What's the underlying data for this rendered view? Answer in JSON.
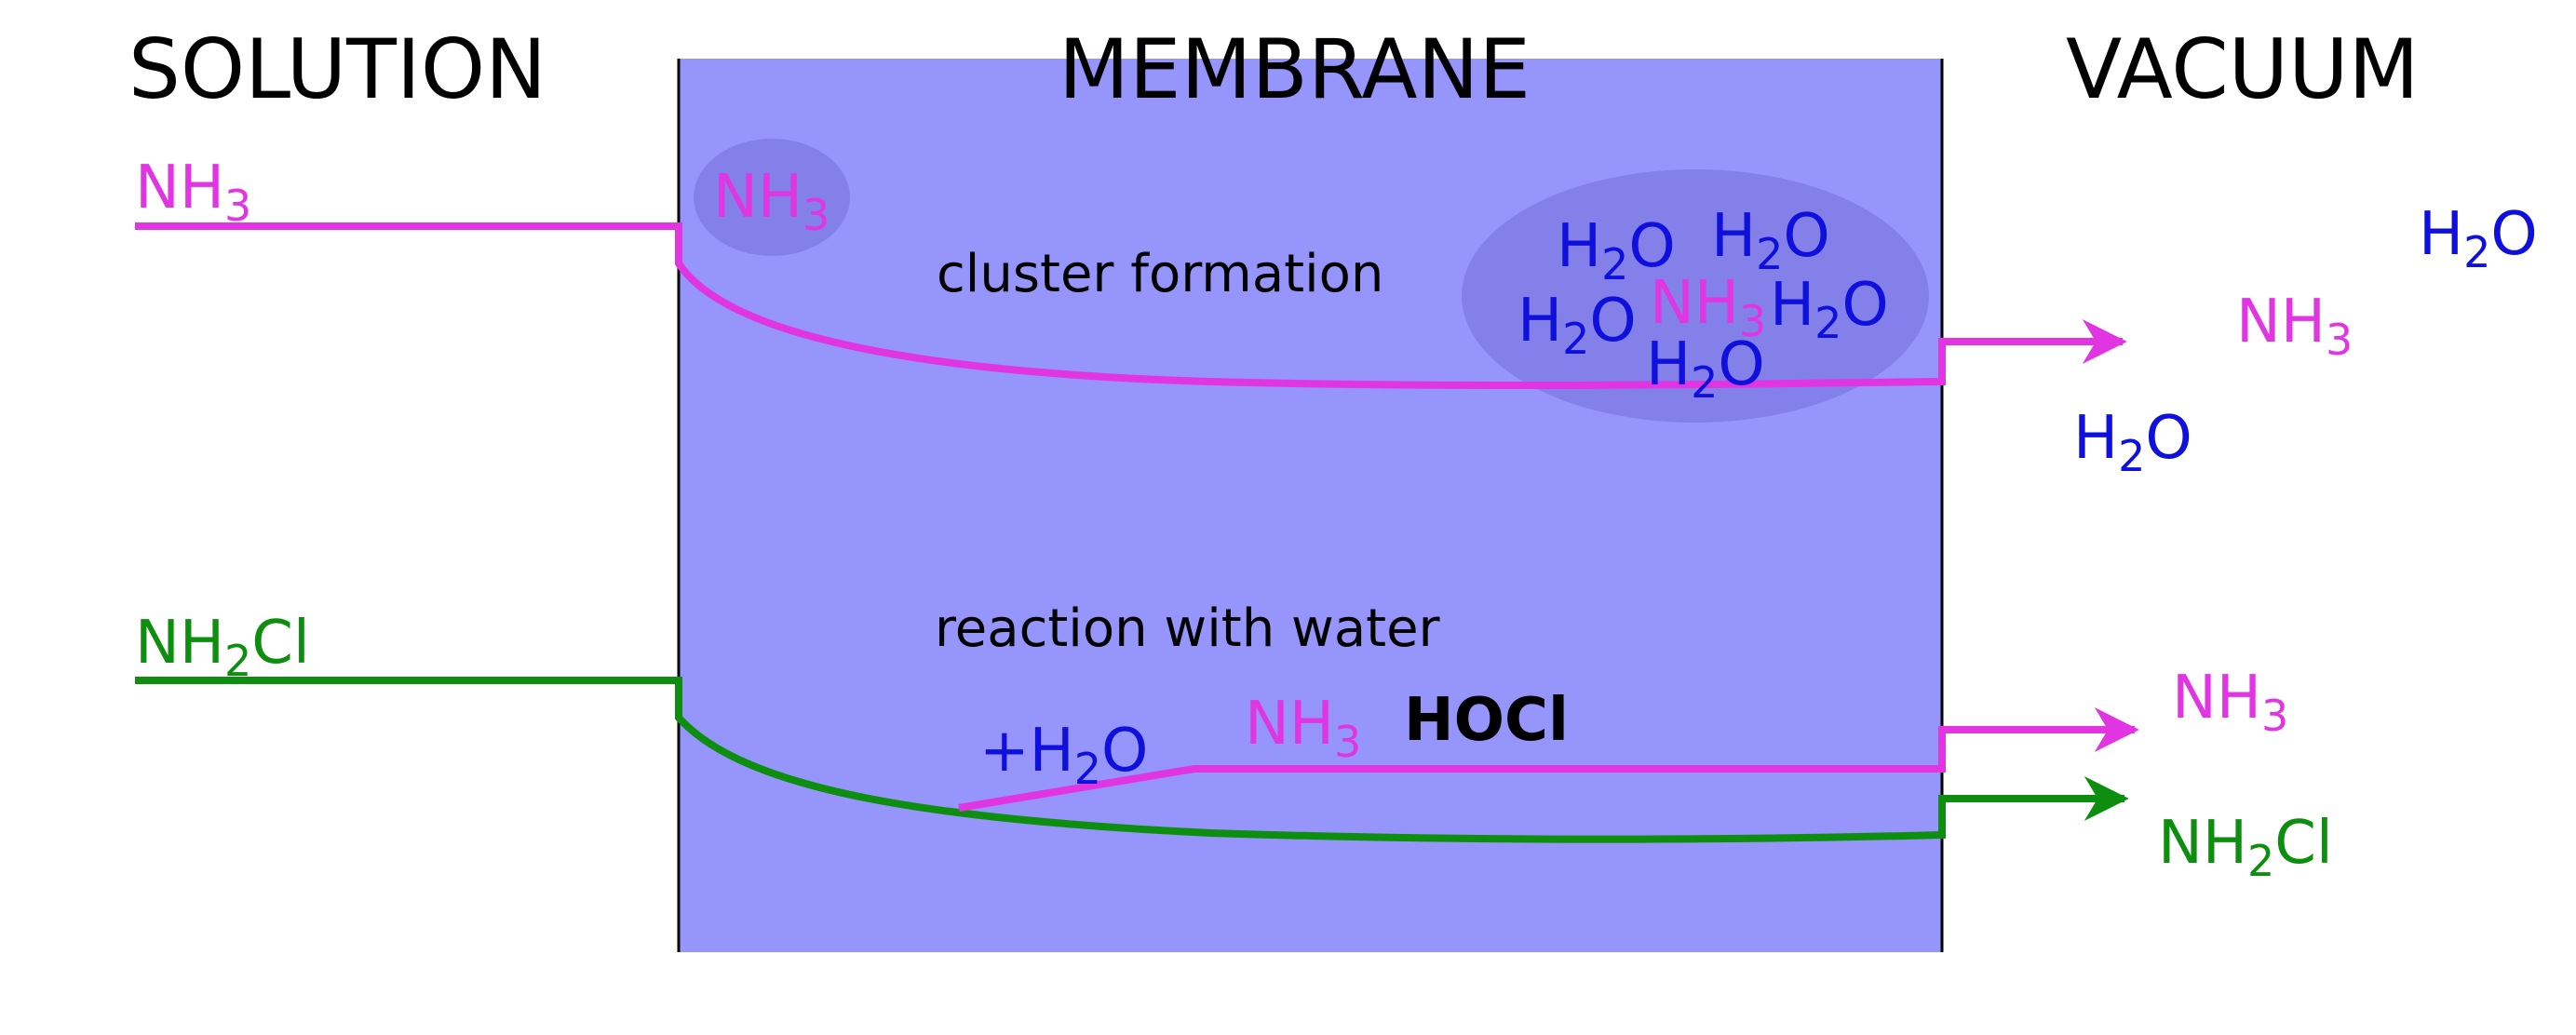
{
  "colors": {
    "membrane_fill": "#9595fc",
    "membrane_border": "#000000",
    "cluster_fill": "#8480ea",
    "ammonia": "#e035e0",
    "chloramine": "#0e8e0e",
    "water": "#1010dc",
    "text": "#000000"
  },
  "headers": {
    "solution": "SOLUTION",
    "membrane": "MEMBRANE",
    "vacuum": "VACUUM"
  },
  "species": {
    "nh": "NH",
    "three": "3",
    "h": "H",
    "two": "2",
    "o": "O",
    "cl": "Cl",
    "plus_h": "+H"
  },
  "notes": {
    "cluster_formation": "cluster formation",
    "reaction_with_water": "reaction with water",
    "hocl": "HOCl"
  }
}
